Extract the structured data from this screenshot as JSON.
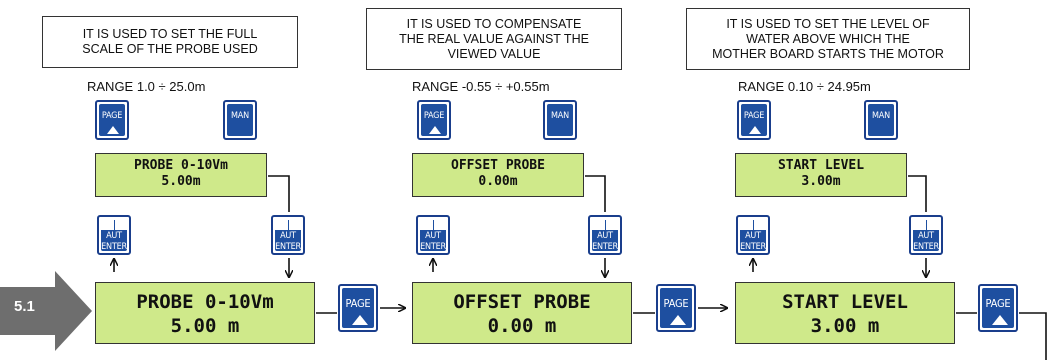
{
  "step": {
    "label": "5.1",
    "color": "#6e6e6e"
  },
  "colors": {
    "lcd_bg": "#cfe98a",
    "key_blue": "#1e4fa0"
  },
  "key_labels": {
    "page": "PAGE",
    "man": "MAN",
    "aut": "AUT",
    "enter": "ENTER"
  },
  "panels": [
    {
      "description": "IT IS USED TO SET THE FULL\nSCALE OF THE PROBE USED",
      "range": "RANGE 1.0 ÷ 25.0m",
      "edit_line1": "PROBE 0-10Vm",
      "edit_line2": "5.00m",
      "main_line1": "PROBE 0-10Vm",
      "main_line2": "5.00 m"
    },
    {
      "description": "IT IS USED TO COMPENSATE\nTHE REAL VALUE AGAINST THE\nVIEWED VALUE",
      "range": "RANGE -0.55 ÷ +0.55m",
      "edit_line1": "OFFSET PROBE",
      "edit_line2": "0.00m",
      "main_line1": "OFFSET PROBE",
      "main_line2": "0.00 m"
    },
    {
      "description": "IT IS USED TO SET THE LEVEL OF\nWATER ABOVE WHICH THE\nMOTHER BOARD STARTS THE MOTOR",
      "range": "RANGE 0.10 ÷ 24.95m",
      "edit_line1": "START LEVEL",
      "edit_line2": "3.00m",
      "main_line1": "START LEVEL",
      "main_line2": "3.00 m"
    }
  ]
}
